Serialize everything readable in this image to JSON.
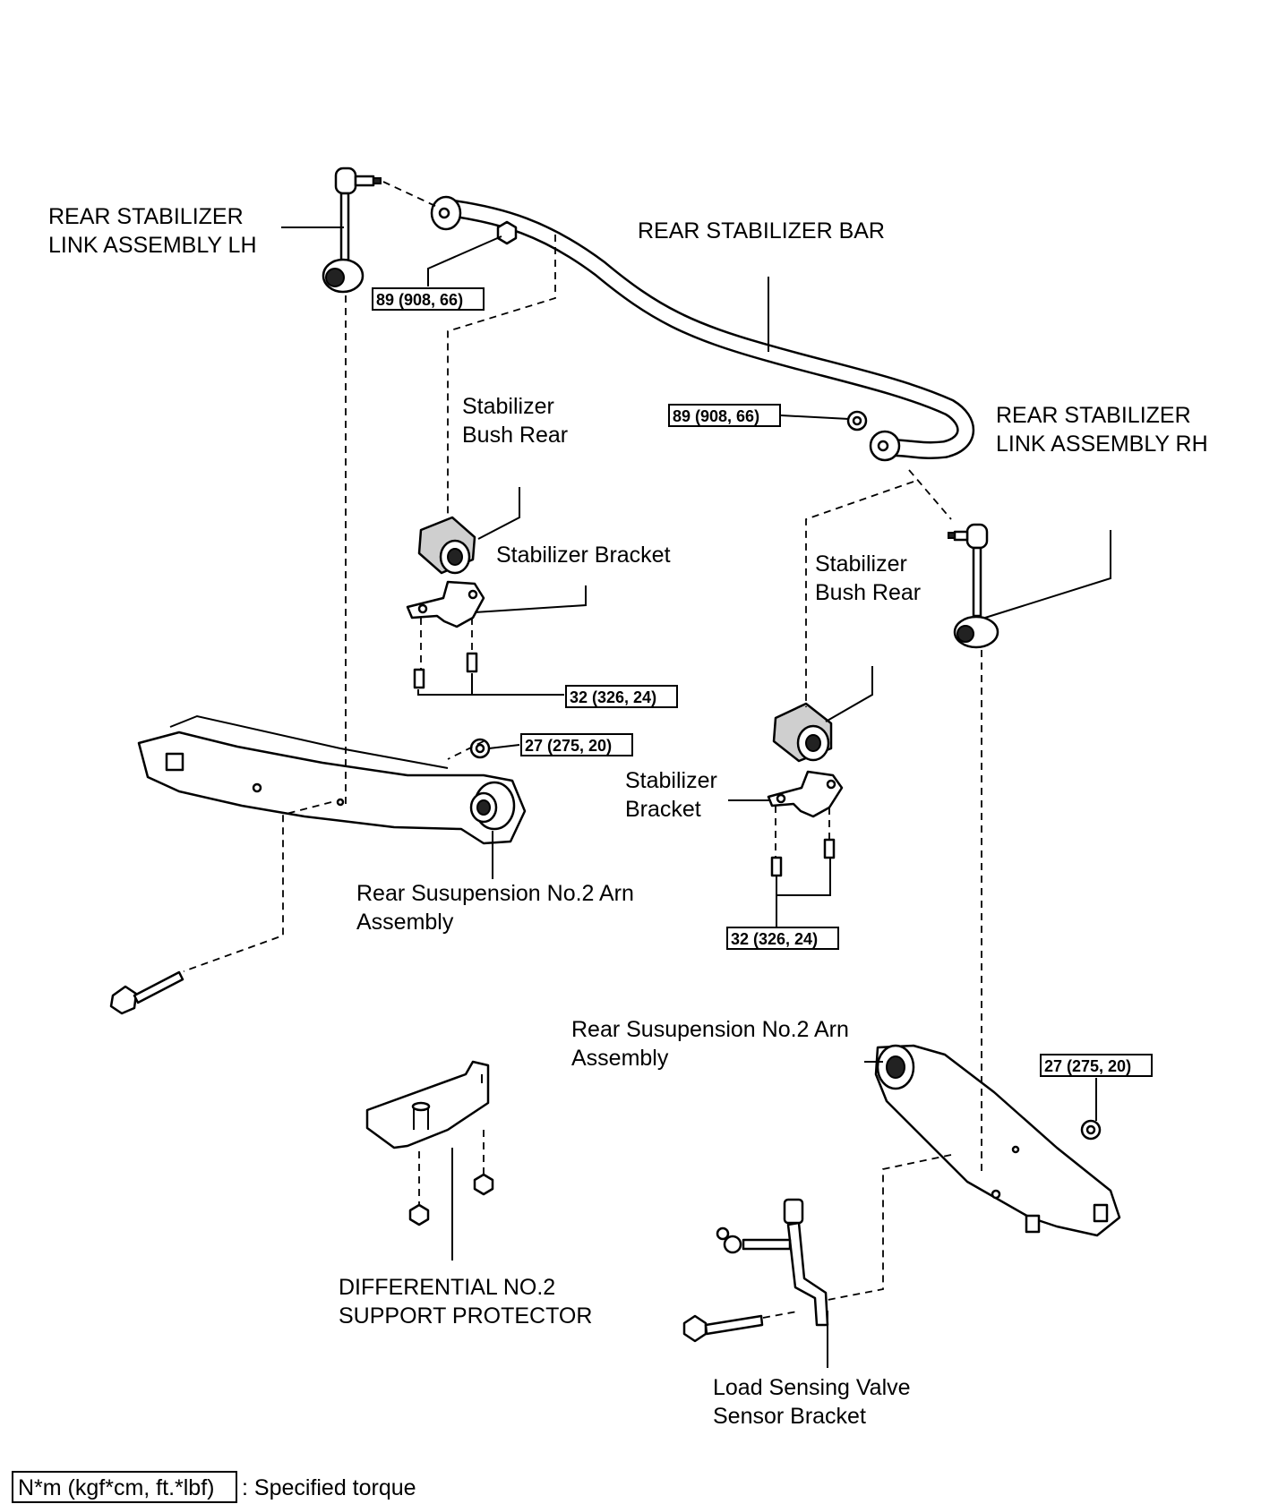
{
  "labels": {
    "link_lh": [
      "REAR STABILIZER",
      "LINK ASSEMBLY LH"
    ],
    "link_rh": [
      "REAR STABILIZER",
      "LINK ASSEMBLY RH"
    ],
    "stabilizer_bar": "REAR STABILIZER BAR",
    "bush_rear_left": [
      "Stabilizer",
      "Bush Rear"
    ],
    "bush_rear_right": [
      "Stabilizer",
      "Bush Rear"
    ],
    "bracket_left": "Stabilizer Bracket",
    "bracket_right": [
      "Stabilizer",
      "Bracket"
    ],
    "arm_left": [
      "Rear Susupension No.2 Arn",
      "Assembly"
    ],
    "arm_right": [
      "Rear Susupension No.2 Arn",
      "Assembly"
    ],
    "diff_protector": [
      "DIFFERENTIAL NO.2",
      "SUPPORT PROTECTOR"
    ],
    "load_sensing": [
      "Load Sensing Valve",
      "Sensor Bracket"
    ]
  },
  "torques": {
    "link_lh_nut": "89 (908, 66)",
    "link_rh_nut": "89 (908, 66)",
    "bracket_left_bolts": "32 (326, 24)",
    "bracket_right_bolts": "32 (326, 24)",
    "arm_left_nut": "27 (275, 20)",
    "arm_right_nut": "27 (275, 20)"
  },
  "legend": {
    "unit": "N*m (kgf*cm, ft.*lbf)",
    "description": ": Specified torque"
  }
}
